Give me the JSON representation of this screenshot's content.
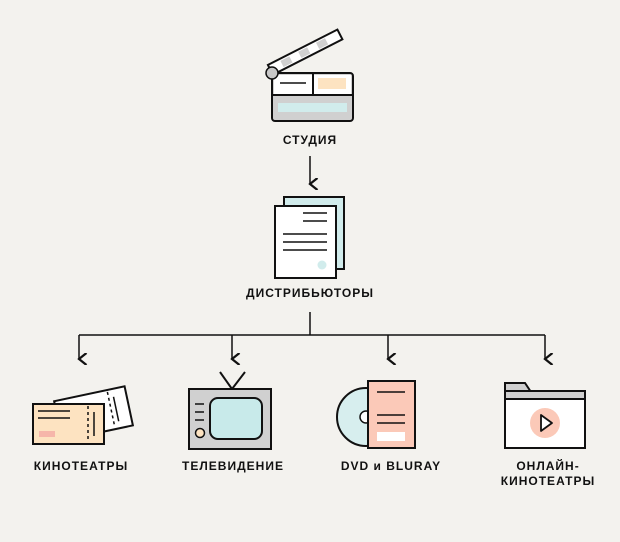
{
  "nodes": {
    "studio": {
      "label": "СТУДИЯ",
      "icon": "film-clapperboard-icon"
    },
    "distributors": {
      "label": "ДИСТРИБЬЮТОРЫ",
      "icon": "documents-icon"
    },
    "cinemas": {
      "label": "КИНОТЕАТРЫ",
      "icon": "movie-tickets-icon"
    },
    "television": {
      "label": "ТЕЛЕВИДЕНИЕ",
      "icon": "tv-set-icon"
    },
    "dvd": {
      "label": "DVD и BLURAY",
      "icon": "dvd-disc-case-icon"
    },
    "online": {
      "label_line1": "ОНЛАЙН-",
      "label_line2": "КИНОТЕАТРЫ",
      "icon": "browser-play-icon"
    }
  },
  "colors": {
    "background": "#f3f2ee",
    "stroke": "#111111",
    "peach": "#fde3c1",
    "mint": "#d1ecec",
    "salmon": "#fbc9b8",
    "pink": "#f6b6aa",
    "grey": "#d0d0d0"
  }
}
